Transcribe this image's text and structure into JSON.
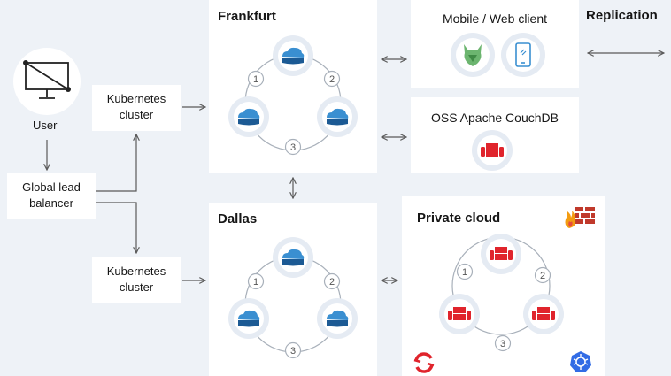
{
  "user": {
    "label": "User"
  },
  "glb": {
    "label_line1": "Global lead",
    "label_line2": "balancer"
  },
  "k8s_top": {
    "label_line1": "Kubernetes",
    "label_line2": "cluster"
  },
  "k8s_bottom": {
    "label_line1": "Kubernetes",
    "label_line2": "cluster"
  },
  "frankfurt": {
    "title": "Frankfurt",
    "n1": "1",
    "n2": "2",
    "n3": "3"
  },
  "dallas": {
    "title": "Dallas",
    "n1": "1",
    "n2": "2",
    "n3": "3"
  },
  "mobile": {
    "title": "Mobile / Web client"
  },
  "replication": {
    "title": "Replication"
  },
  "oss": {
    "title": "OSS Apache CouchDB"
  },
  "private_cloud": {
    "title": "Private cloud",
    "n1": "1",
    "n2": "2",
    "n3": "3"
  },
  "colors": {
    "cloudant_blue": "#3a8fd1",
    "couch_red": "#e0242c",
    "pouch_green": "#6cb56f",
    "arrow": "#5a5a5a"
  }
}
